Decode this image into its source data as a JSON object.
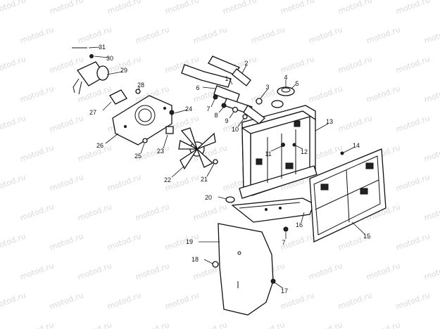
{
  "watermark": "motod.ru",
  "callouts": [
    "1",
    "2",
    "3",
    "4",
    "5",
    "6",
    "7",
    "8",
    "9",
    "10",
    "11",
    "12",
    "13",
    "14",
    "15",
    "16",
    "17",
    "18",
    "19",
    "20",
    "21",
    "22",
    "23",
    "24",
    "25",
    "26",
    "27",
    "28",
    "29",
    "30",
    "31",
    "7"
  ]
}
